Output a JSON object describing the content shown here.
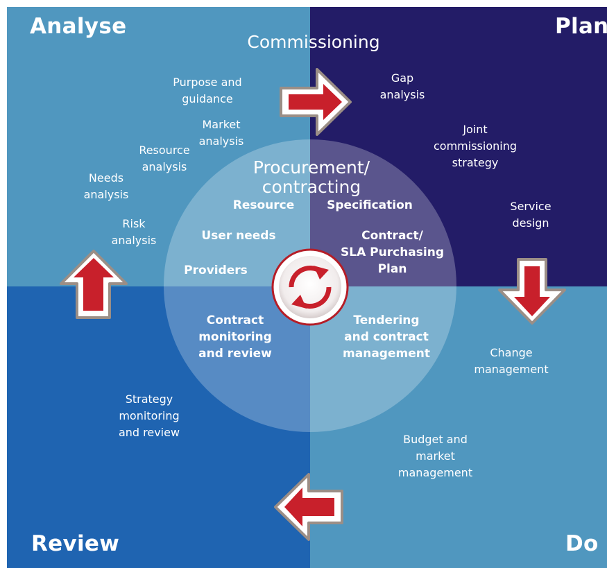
{
  "colors": {
    "analyse": "#5097bf",
    "plan": "#231c67",
    "review": "#1f64b1",
    "do": "#5097bf",
    "arrow_fill": "#c8202b",
    "arrow_border": "#9b8e86"
  },
  "quadrants": {
    "analyse": "Analyse",
    "plan": "Plan",
    "review": "Review",
    "do": "Do"
  },
  "center_titles": {
    "commissioning": "Commissioning",
    "procurement": "Procurement/\ncontracting"
  },
  "outer_labels": {
    "purpose_guidance": "Purpose and\nguidance",
    "market_analysis": "Market\nanalysis",
    "resource_analysis": "Resource\nanalysis",
    "needs_analysis": "Needs\nanalysis",
    "risk_analysis": "Risk\nanalysis",
    "gap_analysis": "Gap\nanalysis",
    "joint_commissioning": "Joint\ncommissioning\nstrategy",
    "service_design": "Service\ndesign",
    "change_management": "Change\nmanagement",
    "budget_market": "Budget and\nmarket\nmanagement",
    "strategy_monitoring": "Strategy\nmonitoring\nand review"
  },
  "inner_labels": {
    "resource": "Resource",
    "specification": "Specification",
    "user_needs": "User needs",
    "contract_sla": "Contract/\nSLA Purchasing\nPlan",
    "providers": "Providers",
    "contract_monitoring": "Contract\nmonitoring\nand review",
    "tendering": "Tendering\nand contract\nmanagement"
  },
  "icons": {
    "cycle": "refresh-cycle-icon",
    "arrows": [
      "arrow-right-icon",
      "arrow-down-icon",
      "arrow-left-icon",
      "arrow-up-icon"
    ]
  }
}
